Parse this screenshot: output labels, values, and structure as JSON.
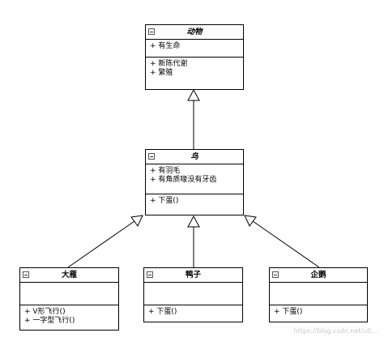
{
  "classes": {
    "animal": {
      "name": "动物",
      "attributes": [
        "+ 有生命"
      ],
      "operations": [
        "+ 新陈代谢",
        "+ 繁殖"
      ]
    },
    "bird": {
      "name": "鸟",
      "attributes": [
        "+ 有羽毛",
        "+ 有角质喙没有牙齿"
      ],
      "operations": [
        "+ 下蛋()"
      ]
    },
    "eagle": {
      "name": "大雁",
      "attributes": [],
      "operations": [
        "+ V形飞行()",
        "+ 一字型飞行()"
      ]
    },
    "duck": {
      "name": "鸭子",
      "attributes": [],
      "operations": [
        "+ 下蛋()"
      ]
    },
    "penguin": {
      "name": "企鹅",
      "attributes": [],
      "operations": [
        "+ 下蛋()"
      ]
    }
  },
  "watermark": "https://blog.csdn.net/u0..."
}
